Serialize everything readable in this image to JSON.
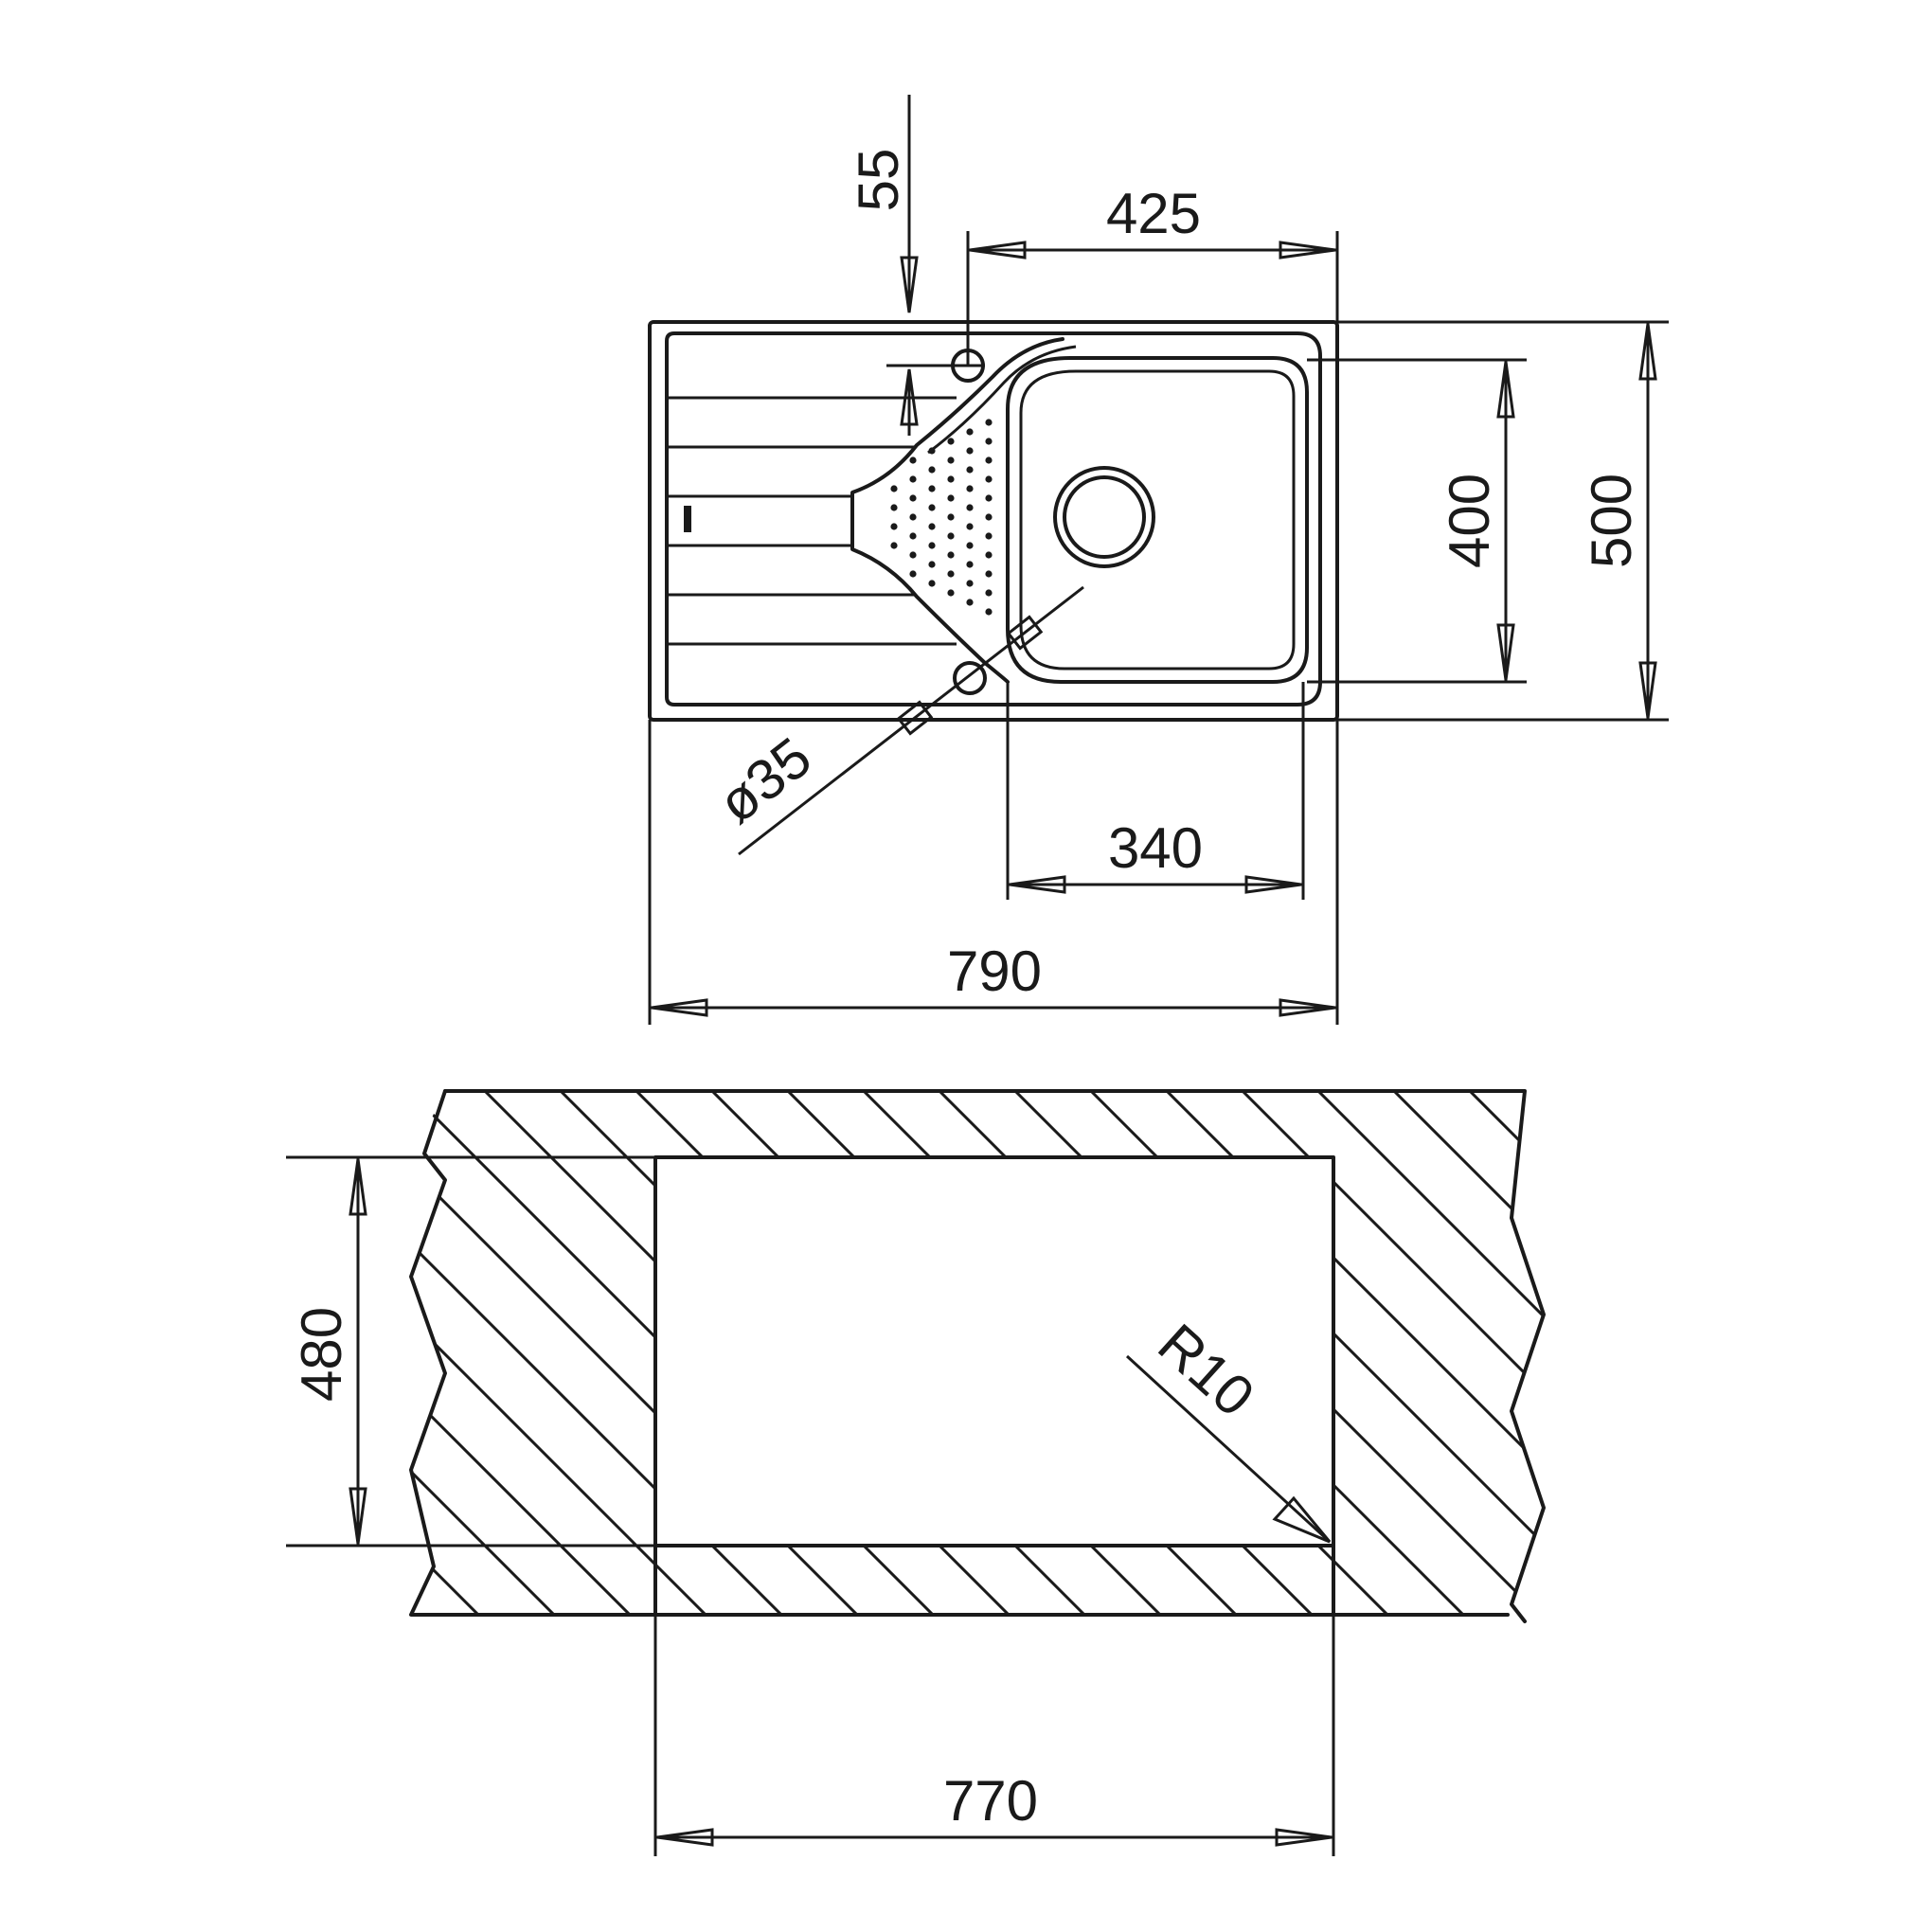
{
  "top_view": {
    "dim_offset": "55",
    "dim_bowl_to_tap": "425",
    "dim_bowl_height": "400",
    "dim_overall_height": "500",
    "dim_bowl_width": "340",
    "dim_overall_width": "790",
    "dim_drain_diameter": "ø35"
  },
  "cutout_view": {
    "dim_cutout_height": "480",
    "dim_cutout_width": "770",
    "dim_corner_radius": "R10"
  }
}
